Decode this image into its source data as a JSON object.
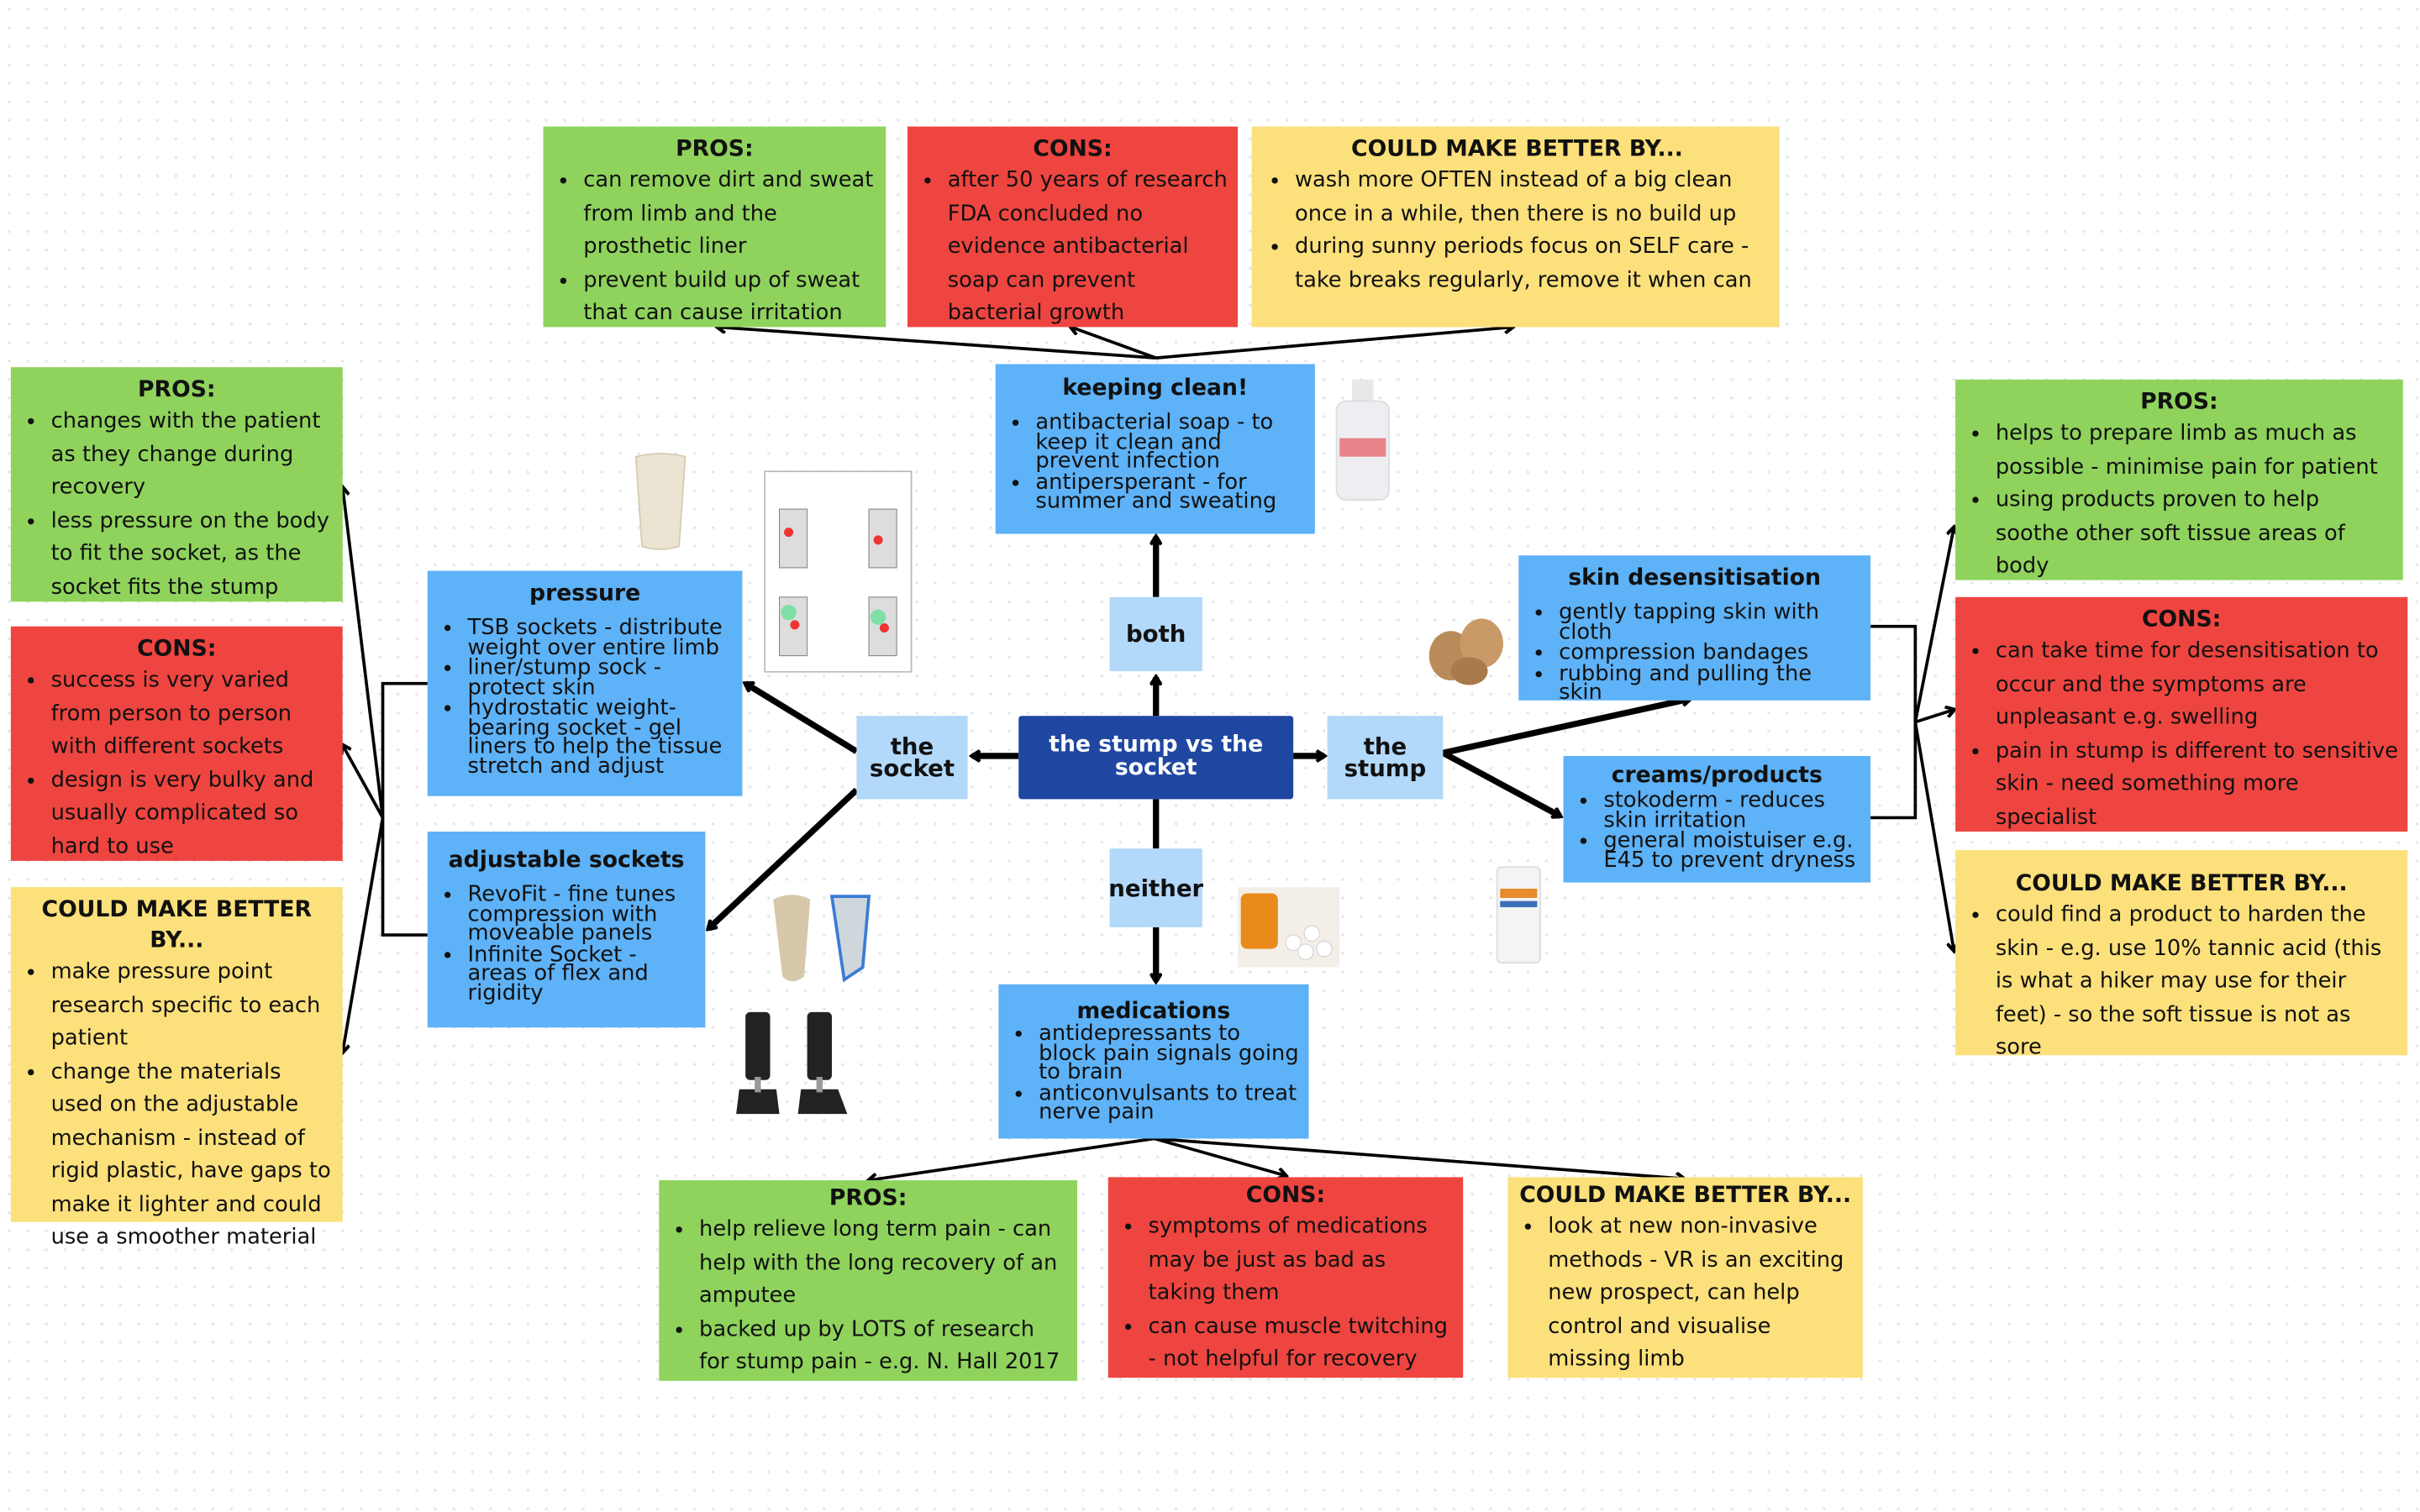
{
  "colors": {
    "pros": "#8fd35d",
    "cons": "#ef4540",
    "better": "#fce07b",
    "topic": "#5eb2f7",
    "branch": "#b2d8fa",
    "center": "#1f47a2"
  },
  "center": "the stump vs the socket",
  "branches": {
    "socket": "the socket",
    "stump": "the stump",
    "both": "both",
    "neither": "neither"
  },
  "keeping_clean": {
    "title": "keeping clean!",
    "items": [
      "antibacterial soap - to keep it clean and prevent infection",
      "antipersperant - for summer and sweating"
    ],
    "pros": {
      "title": "PROS:",
      "items": [
        "can remove dirt and sweat from limb and the prosthetic liner",
        "prevent build up of sweat that can cause irritation"
      ]
    },
    "cons": {
      "title": "CONS:",
      "items": [
        "after 50 years of research FDA concluded no evidence antibacterial soap can prevent bacterial growth"
      ]
    },
    "better": {
      "title": "COULD MAKE BETTER BY...",
      "items": [
        "wash more OFTEN instead of a big clean once in a while, then there is no build up",
        "during sunny periods focus on SELF care - take breaks regularly, remove it when can"
      ]
    }
  },
  "pressure": {
    "title": "pressure",
    "items": [
      "TSB sockets - distribute weight over entire limb",
      "liner/stump sock - protect skin",
      "hydrostatic weight-bearing socket - gel liners to help the tissue stretch and adjust"
    ]
  },
  "adjustable": {
    "title": "adjustable sockets",
    "items": [
      "RevoFit - fine tunes compression with moveable panels",
      "Infinite Socket - areas of flex and rigidity"
    ]
  },
  "socket_eval": {
    "pros": {
      "title": "PROS:",
      "items": [
        "changes with the patient as they change during recovery",
        "less pressure on the body to fit the socket, as the socket fits the stump"
      ]
    },
    "cons": {
      "title": "CONS:",
      "items": [
        "success is very varied from person to person with different sockets",
        "design is very bulky and usually complicated so hard to use"
      ]
    },
    "better": {
      "title": "COULD MAKE BETTER BY...",
      "items": [
        "make pressure point research specific to each patient",
        "change the materials used on the adjustable mechanism - instead of rigid plastic, have gaps to make it lighter and could use a smoother material"
      ]
    }
  },
  "skin": {
    "title": "skin desensitisation",
    "items": [
      "gently tapping skin with cloth",
      "compression bandages",
      "rubbing and pulling the skin"
    ]
  },
  "creams": {
    "title": "creams/products",
    "items": [
      "stokoderm - reduces skin irritation",
      "general moistuiser e.g. E45 to prevent dryness"
    ]
  },
  "stump_eval": {
    "pros": {
      "title": "PROS:",
      "items": [
        "helps to prepare limb as much as possible - minimise pain for patient",
        "using products proven to help soothe other soft tissue areas of body"
      ]
    },
    "cons": {
      "title": "CONS:",
      "items": [
        "can take time for desensitisation to occur and the symptoms are unpleasant e.g. swelling",
        "pain in stump is different to sensitive skin - need something more specialist"
      ]
    },
    "better": {
      "title": "COULD MAKE BETTER BY...",
      "items": [
        "could find a product to harden the skin - e.g. use 10% tannic acid (this is what a hiker may use for their feet) - so the soft tissue is not as sore"
      ]
    }
  },
  "medications": {
    "title": "medications",
    "items": [
      "antidepressants to block pain signals going to brain",
      "anticonvulsants to treat nerve pain"
    ],
    "pros": {
      "title": "PROS:",
      "items": [
        "help relieve long term pain - can help with the long recovery of an amputee",
        "backed up by LOTS of research for stump pain - e.g. N. Hall 2017"
      ]
    },
    "cons": {
      "title": "CONS:",
      "items": [
        "symptoms of medications may be just as bad as taking them",
        "can cause muscle twitching - not helpful for recovery"
      ]
    },
    "better": {
      "title": "COULD MAKE BETTER BY...",
      "items": [
        "look at new non-invasive methods - VR is an exciting new prospect, can help control and visualise missing limb"
      ]
    }
  },
  "images": [
    "stump-sock-photo",
    "pressure-tolerant-areas-diagram",
    "antibacterial-soap-bottle",
    "compression-bandage-rolls",
    "medication-pills",
    "stokoderm-cream-tube",
    "adjustable-socket-photos",
    "prosthetic-legs-photo"
  ]
}
